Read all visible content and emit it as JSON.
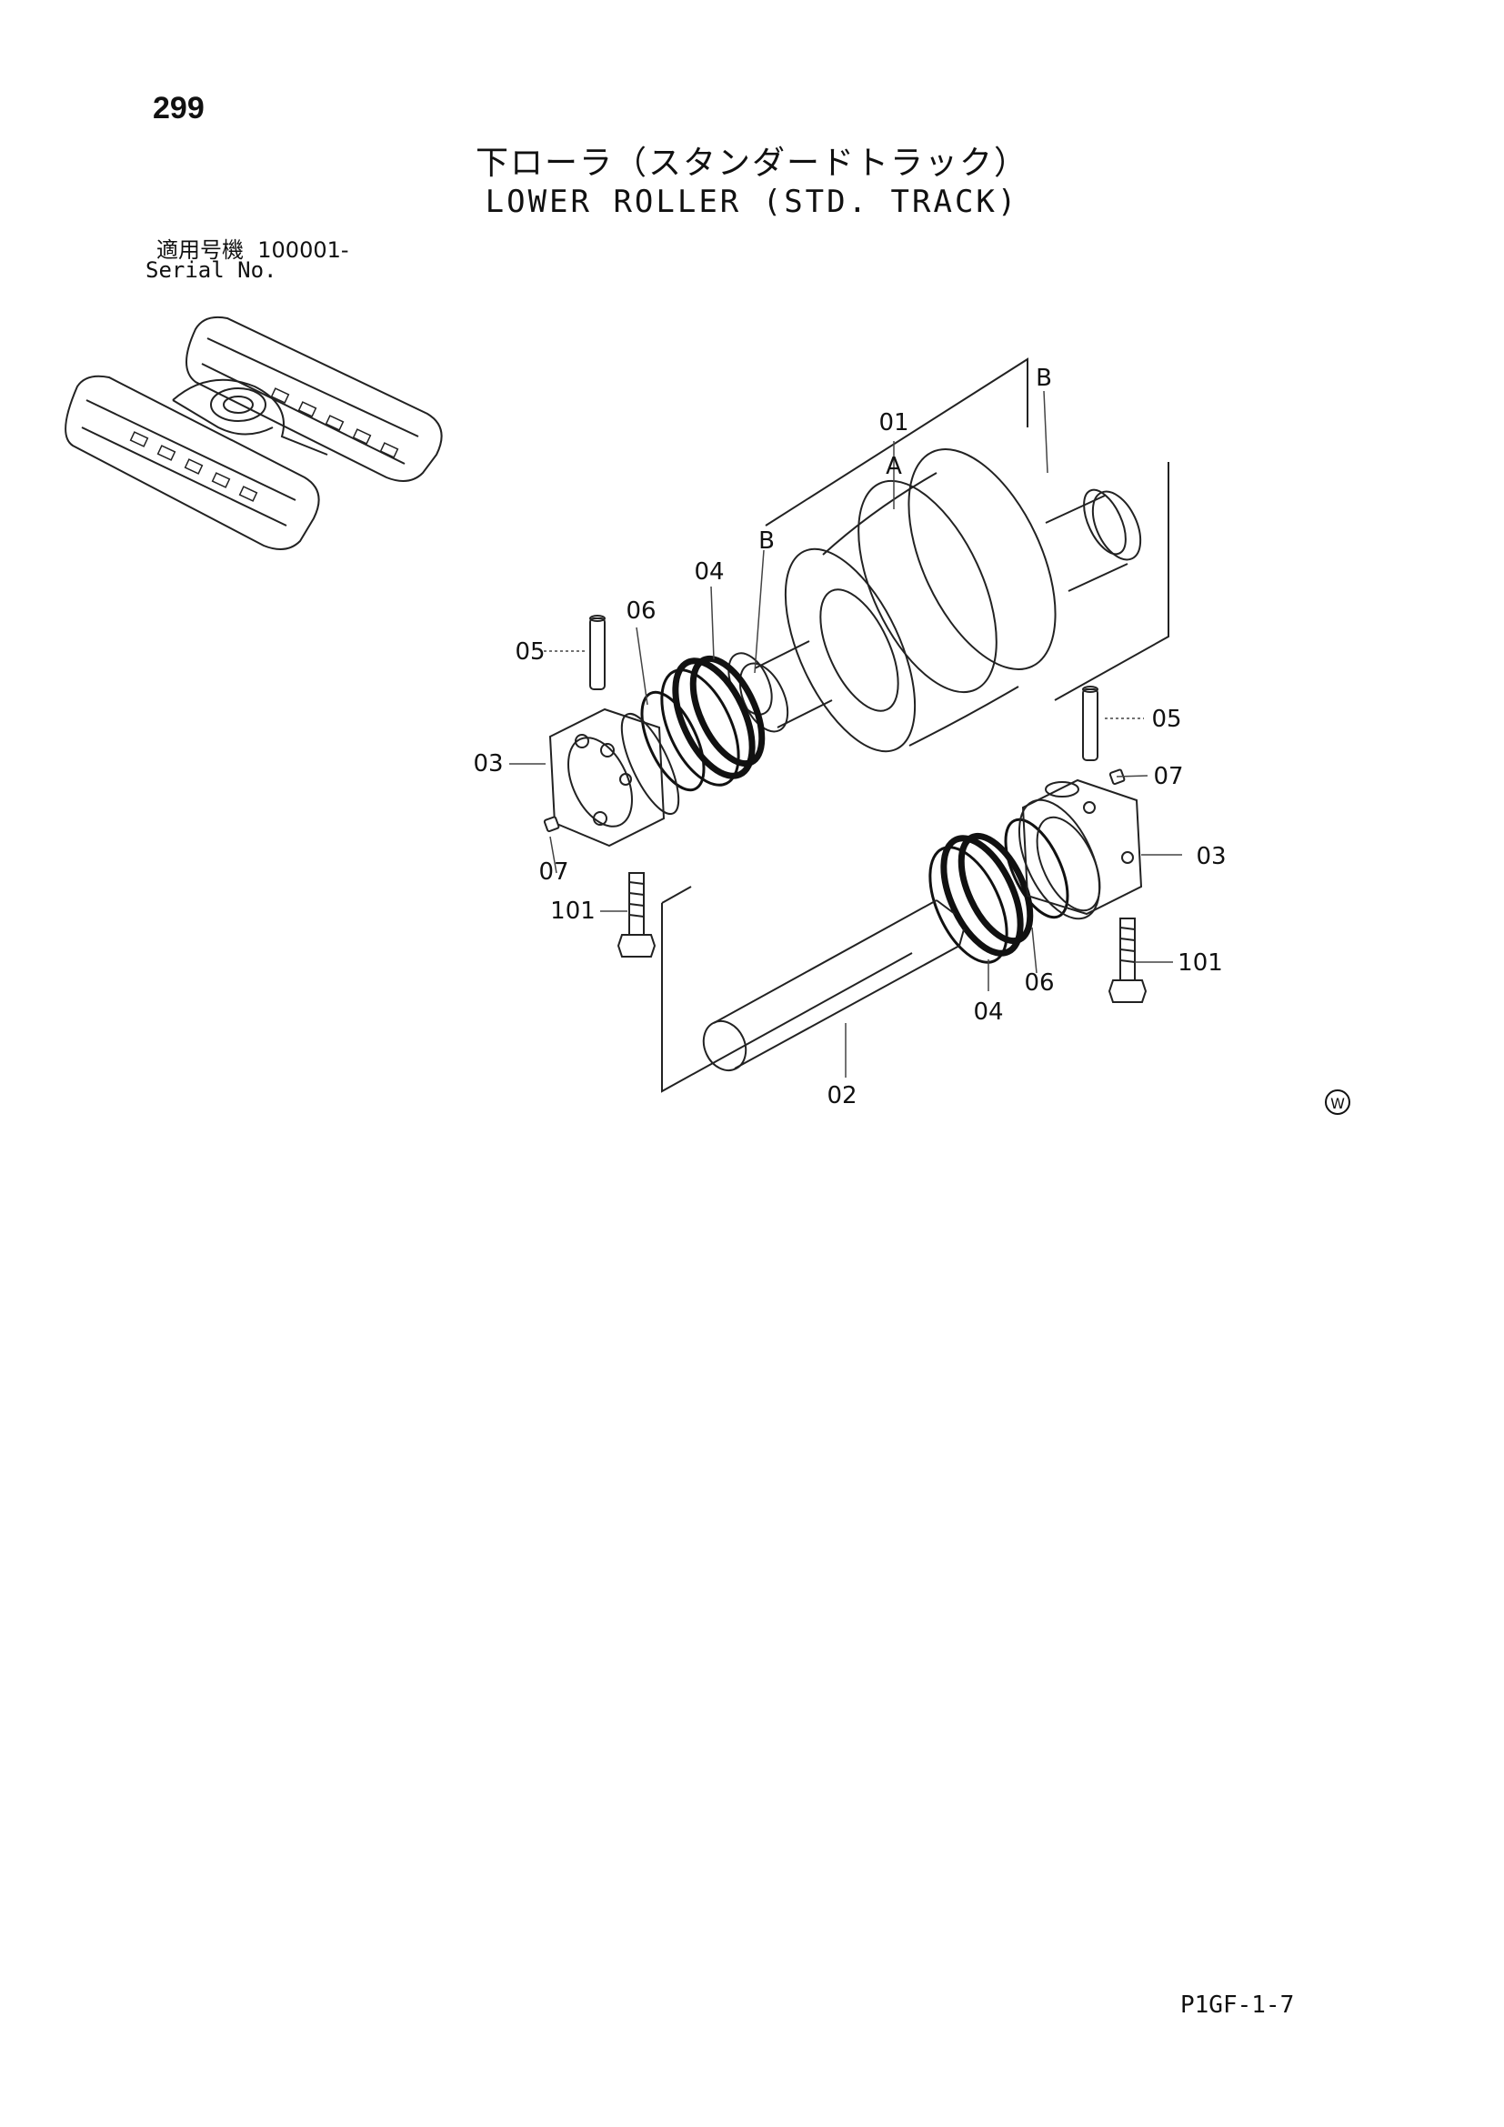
{
  "page_number": "299",
  "title_jp": "下ローラ（スタンダードトラック）",
  "title_en": "LOWER ROLLER (STD. TRACK)",
  "serial_label_jp": "適用号機",
  "serial_value": "100001-",
  "serial_label_en": "Serial No.",
  "page_code": "P1GF-1-7",
  "mark": "W",
  "callouts": {
    "c01": "01",
    "cA": "A",
    "cB_top": "B",
    "cB_left": "B",
    "c04_top": "04",
    "c06_top": "06",
    "c05_left": "05",
    "c03_left": "03",
    "c07_left": "07",
    "c101_left": "101",
    "c05_right": "05",
    "c07_right": "07",
    "c03_right": "03",
    "c101_right": "101",
    "c04_bottom": "04",
    "c06_bottom": "06",
    "c02": "02"
  }
}
